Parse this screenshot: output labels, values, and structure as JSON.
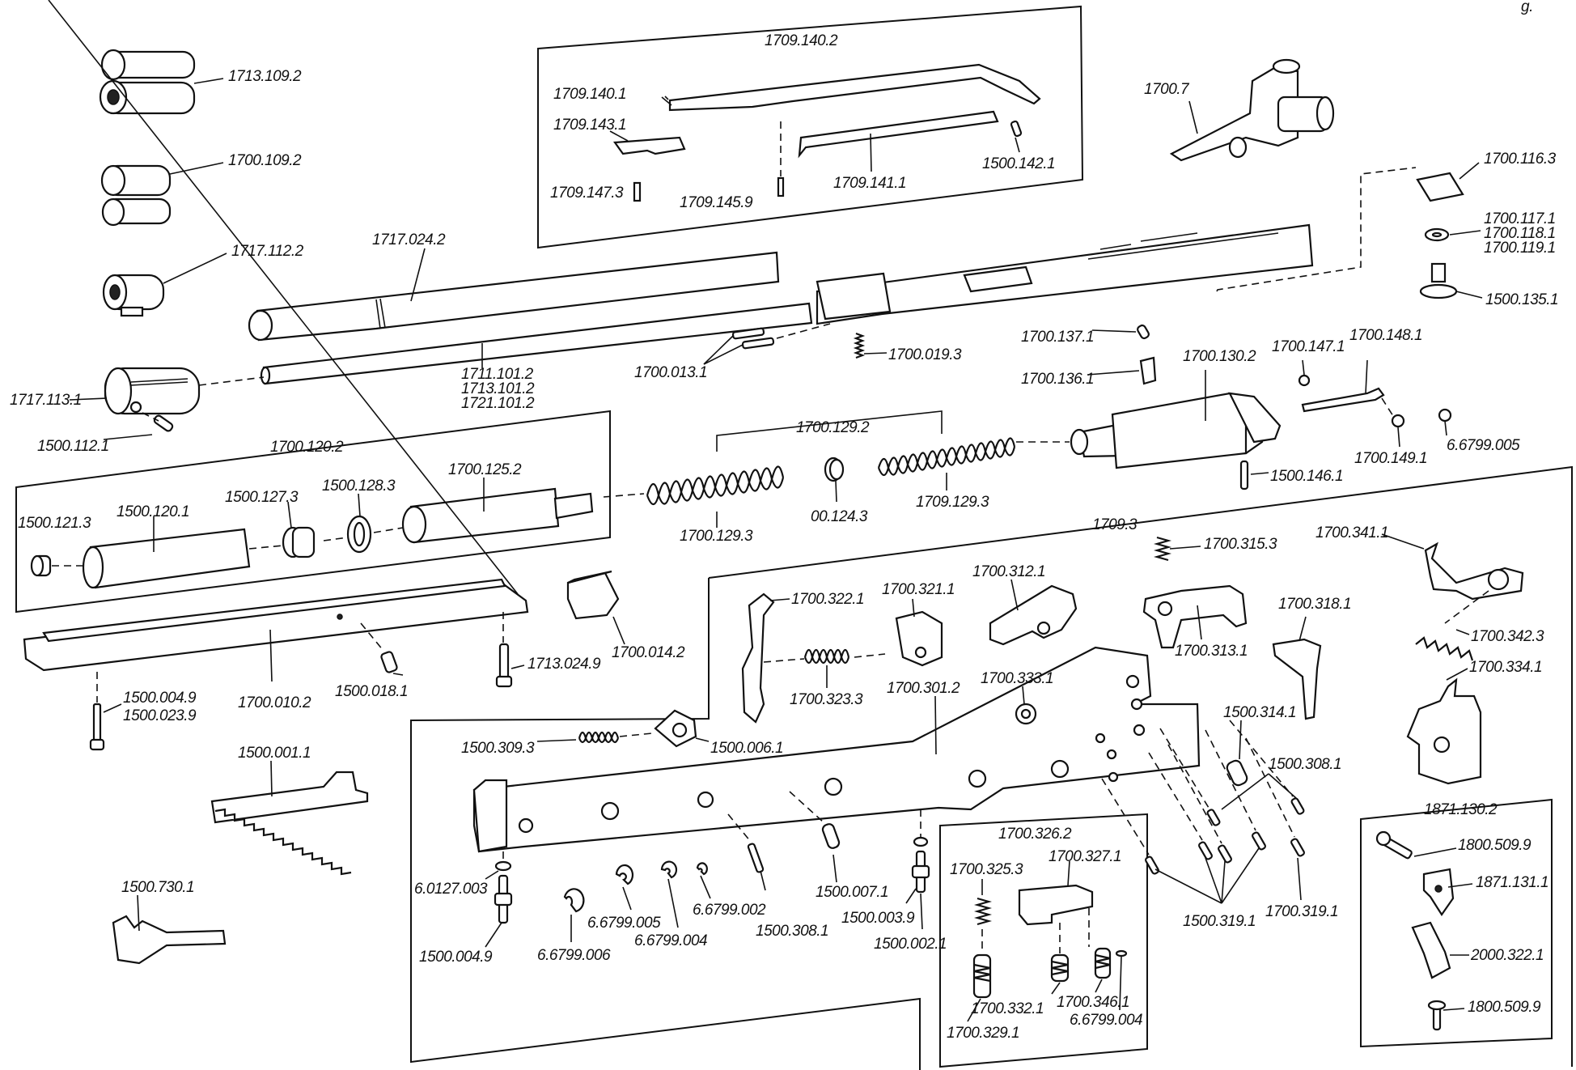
{
  "header_fragment": "g.",
  "labels": {
    "p1713_109_2": "1713.109.2",
    "p1700_109_2": "1700.109.2",
    "p1717_112_2": "1717.112.2",
    "p1717_113_1": "1717.113.1",
    "p1500_112_1": "1500.112.1",
    "p1709_140_2": "1709.140.2",
    "p1709_140_1": "1709.140.1",
    "p1709_143_1": "1709.143.1",
    "p1709_147_3": "1709.147.3",
    "p1709_145_9": "1709.145.9",
    "p1709_141_1": "1709.141.1",
    "p1500_142_1": "1500.142.1",
    "p1700_7": "1700.7",
    "p1700_116_3": "1700.116.3",
    "p1700_117_1": "1700.117.1",
    "p1700_118_1": "1700.118.1",
    "p1700_119_1": "1700.119.1",
    "p1500_135_1": "1500.135.1",
    "p1717_024_2": "1717.024.2",
    "p1711_101_2": "1711.101.2",
    "p1713_101_2": "1713.101.2",
    "p1721_101_2": "1721.101.2",
    "p1700_013_1": "1700.013.1",
    "p1700_019_3": "1700.019.3",
    "p1700_137_1": "1700.137.1",
    "p1700_136_1": "1700.136.1",
    "p1700_130_2": "1700.130.2",
    "p1700_147_1": "1700.147.1",
    "p1700_148_1": "1700.148.1",
    "p1500_146_1": "1500.146.1",
    "p1700_149_1": "1700.149.1",
    "p6_6799_005a": "6.6799.005",
    "p1700_120_2": "1700.120.2",
    "p1500_121_3": "1500.121.3",
    "p1500_120_1": "1500.120.1",
    "p1500_127_3": "1500.127.3",
    "p1500_128_3": "1500.128.3",
    "p1700_125_2": "1700.125.2",
    "p1700_129_2": "1700.129.2",
    "p1700_129_3": "1700.129.3",
    "p00_124_3": "00.124.3",
    "p1709_129_3": "1709.129.3",
    "p1709_3": "1709.3",
    "p1700_315_3": "1700.315.3",
    "p1700_341_1": "1700.341.1",
    "p1700_342_3": "1700.342.3",
    "p1700_334_1": "1700.334.1",
    "p1700_014_2": "1700.014.2",
    "p1713_024_9": "1713.024.9",
    "p1500_018_1": "1500.018.1",
    "p1700_010_2": "1700.010.2",
    "p1500_004_9a": "1500.004.9",
    "p1500_023_9": "1500.023.9",
    "p1500_001_1": "1500.001.1",
    "p1700_322_1": "1700.322.1",
    "p1700_321_1": "1700.321.1",
    "p1700_312_1": "1700.312.1",
    "p1700_313_1": "1700.313.1",
    "p1700_318_1": "1700.318.1",
    "p1700_323_3": "1700.323.3",
    "p1700_301_2": "1700.301.2",
    "p1700_333_1": "1700.333.1",
    "p1500_314_1": "1500.314.1",
    "p1500_308_1": "1500.308.1",
    "p1500_309_3": "1500.309.3",
    "p1500_006_1": "1500.006.1",
    "p1500_730_1": "1500.730.1",
    "p6_0127_003": "6.0127.003",
    "p1500_004_9b": "1500.004.9",
    "p6_6799_006": "6.6799.006",
    "p6_6799_005b": "6.6799.005",
    "p6_6799_004a": "6.6799.004",
    "p6_6799_002": "6.6799.002",
    "p1500_308_1b": "1500.308.1",
    "p1500_007_1": "1500.007.1",
    "p1500_003_9": "1500.003.9",
    "p1500_002_1": "1500.002.1",
    "p1700_326_2": "1700.326.2",
    "p1700_325_3": "1700.325.3",
    "p1700_327_1": "1700.327.1",
    "p1700_332_1": "1700.332.1",
    "p1700_346_1": "1700.346.1",
    "p1700_329_1": "1700.329.1",
    "p6_6799_004b": "6.6799.004",
    "p1500_319_1": "1500.319.1",
    "p1700_319_1": "1700.319.1",
    "p1871_130_2": "1871.130.2",
    "p1800_509_9a": "1800.509.9",
    "p1871_131_1": "1871.131.1",
    "p2000_322_1": "2000.322.1",
    "p1800_509_9b": "1800.509.9"
  }
}
